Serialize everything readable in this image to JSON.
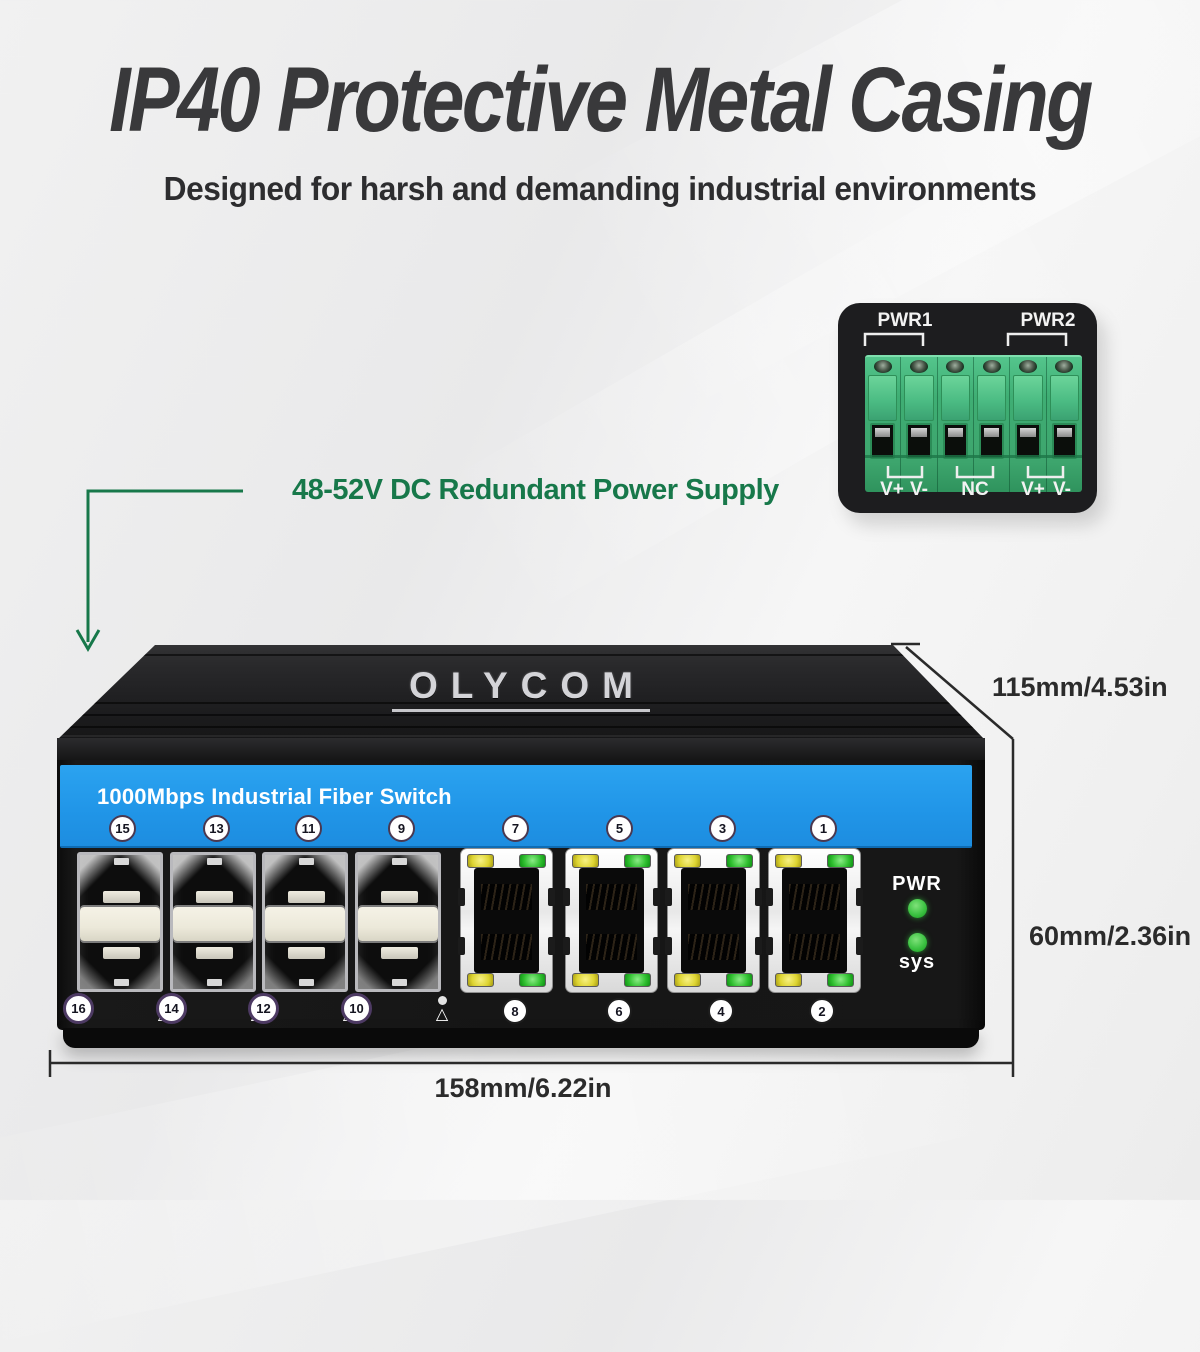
{
  "title": "IP40 Protective Metal Casing",
  "subtitle": "Designed for harsh and demanding industrial environments",
  "callout": {
    "label": "48-52V DC Redundant Power Supply"
  },
  "power_inset": {
    "pwr1_label": "PWR1",
    "pwr2_label": "PWR2",
    "terminals": [
      "V+",
      "V-",
      "NC",
      "V+",
      "V-"
    ]
  },
  "device": {
    "brand": "OLYCOM",
    "banner": "1000Mbps Industrial Fiber Switch",
    "top_port_numbers": [
      "15",
      "13",
      "11",
      "9",
      "7",
      "5",
      "3",
      "1"
    ],
    "bottom_port_numbers": [
      "16",
      "14",
      "12",
      "10",
      "8",
      "6",
      "4",
      "2"
    ],
    "pwr_led_label": "PWR",
    "sys_led_label": "sys"
  },
  "icons": {
    "rx_down": "▽",
    "tx_up": "△"
  },
  "dimensions": {
    "depth": "115mm/4.53in",
    "height": "60mm/2.36in",
    "width": "158mm/6.22in"
  },
  "colors": {
    "banner_blue": "#2196e8",
    "callout_green": "#17784a",
    "terminal_green": "#3fae74",
    "led_green": "#2fbf2f",
    "led_yellow": "#ddd431",
    "dimension_text": "#2b2b2b"
  }
}
